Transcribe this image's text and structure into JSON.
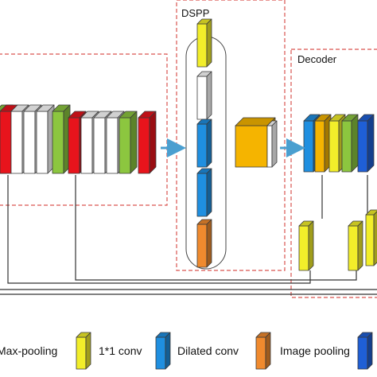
{
  "regions": {
    "dspp": {
      "label": "DSPP"
    },
    "decoder": {
      "label": "Decoder"
    }
  },
  "legend": {
    "items": [
      {
        "label": "Max-pooling",
        "color": "#ffffff"
      },
      {
        "label": "1*1 conv",
        "color": "#f2ee2a"
      },
      {
        "label": "Dilated conv",
        "color": "#1f8fe0"
      },
      {
        "label": "Image pooling",
        "color": "#f08a2e"
      },
      {
        "label": "",
        "color": "#1f5fd6"
      }
    ]
  },
  "colors": {
    "red": "#e8141c",
    "green": "#8cc63f",
    "white": "#ffffff",
    "yellow": "#f2ee2a",
    "blue": "#1f8fe0",
    "orange": "#f08a2e",
    "gold": "#f5b400",
    "darkblue": "#1f5fd6",
    "dashed": "#d9534f",
    "arrow": "#4a9fd0"
  }
}
